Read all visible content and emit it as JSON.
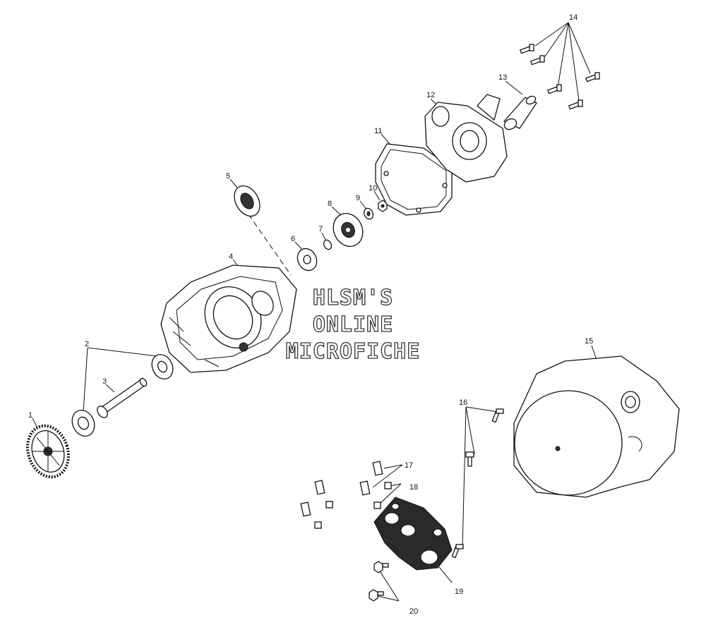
{
  "watermark": {
    "line1": "HLSM'S",
    "line2": "ONLINE",
    "line3": "MICROFICHE"
  },
  "callouts": {
    "c1": "1",
    "c2": "2",
    "c3": "3",
    "c4": "4",
    "c5": "5",
    "c6": "6",
    "c7": "7",
    "c8": "8",
    "c9": "9",
    "c10": "10",
    "c11": "11",
    "c12": "12",
    "c13": "13",
    "c14": "14",
    "c15": "15",
    "c16": "16",
    "c17": "17",
    "c18": "18",
    "c19": "19",
    "c20": "20"
  }
}
